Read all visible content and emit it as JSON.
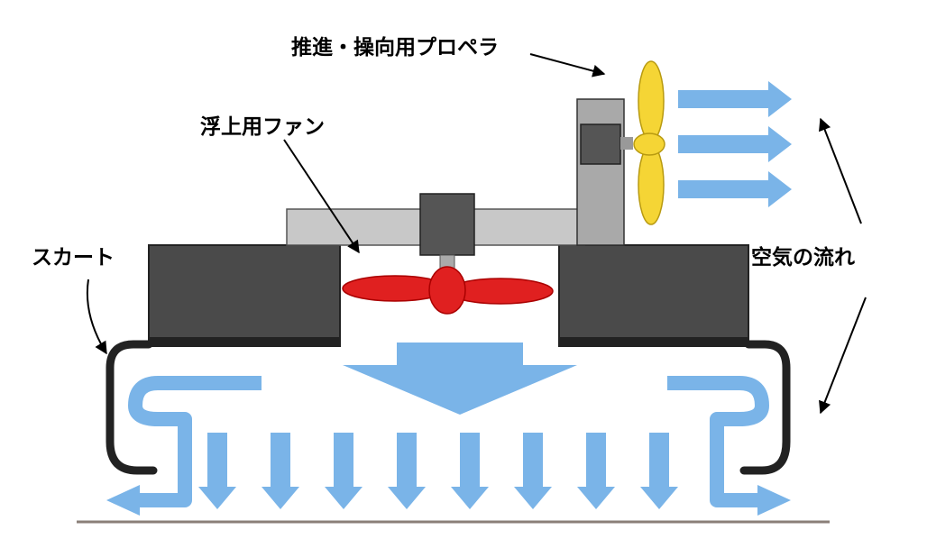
{
  "labels": {
    "propeller": "推進・操向用プロペラ",
    "lift_fan": "浮上用ファン",
    "skirt": "スカート",
    "airflow": "空気の流れ"
  },
  "colors": {
    "hull": "#4a4a4a",
    "frame": "#c8c8c8",
    "post": "#a9a9a9",
    "motor": "#555555",
    "skirt": "#222222",
    "fan": "#e02020",
    "propeller": "#f5d535",
    "airflow": "#7ab4e8",
    "ground": "#8a7f78"
  }
}
